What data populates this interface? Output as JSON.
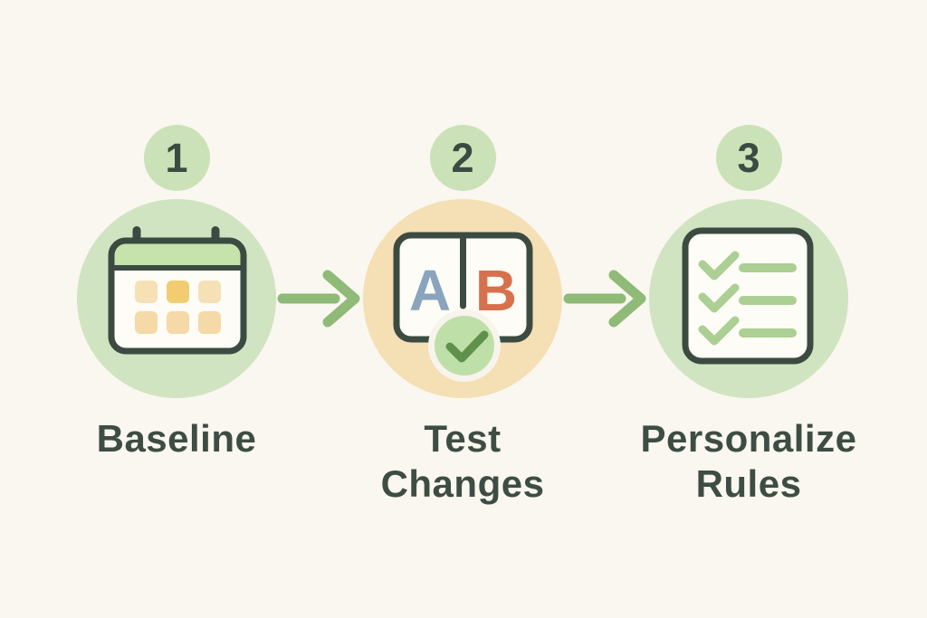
{
  "diagram": {
    "type": "process-flow",
    "step_count": 3,
    "steps": [
      {
        "number": "1",
        "label": "Baseline",
        "icon": "calendar-icon",
        "circle_color": "#d1e4c1"
      },
      {
        "number": "2",
        "label": "Test\nChanges",
        "icon": "ab-test-icon",
        "circle_color": "#f5dfb4",
        "letters": {
          "a": "A",
          "b": "B"
        }
      },
      {
        "number": "3",
        "label": "Personalize\nRules",
        "icon": "checklist-icon",
        "circle_color": "#d1e4c1"
      }
    ],
    "arrow_count": 2
  },
  "colors": {
    "background": "#f9f7ef",
    "badge_bg": "#cbe2b8",
    "dark_outline": "#3c4b41",
    "label_text": "#3e4d43",
    "arrow": "#8fba77",
    "circle_green": "#d1e4c1",
    "circle_tan": "#f5dfb4",
    "paper_white": "#fdfcf6",
    "calendar_header": "#c6e3ac",
    "calendar_cell": "#f6e1b6",
    "calendar_cell_highlight": "#f1cc71",
    "calendar_cell_row2": "#f5d9a6",
    "letter_a": "#8aa4bd",
    "letter_b": "#d7704d",
    "check_circle_bg": "#bfdfa9",
    "check_circle_ring": "#f7f4eb",
    "check_mark": "#5f914c",
    "checklist_green": "#accf93"
  }
}
